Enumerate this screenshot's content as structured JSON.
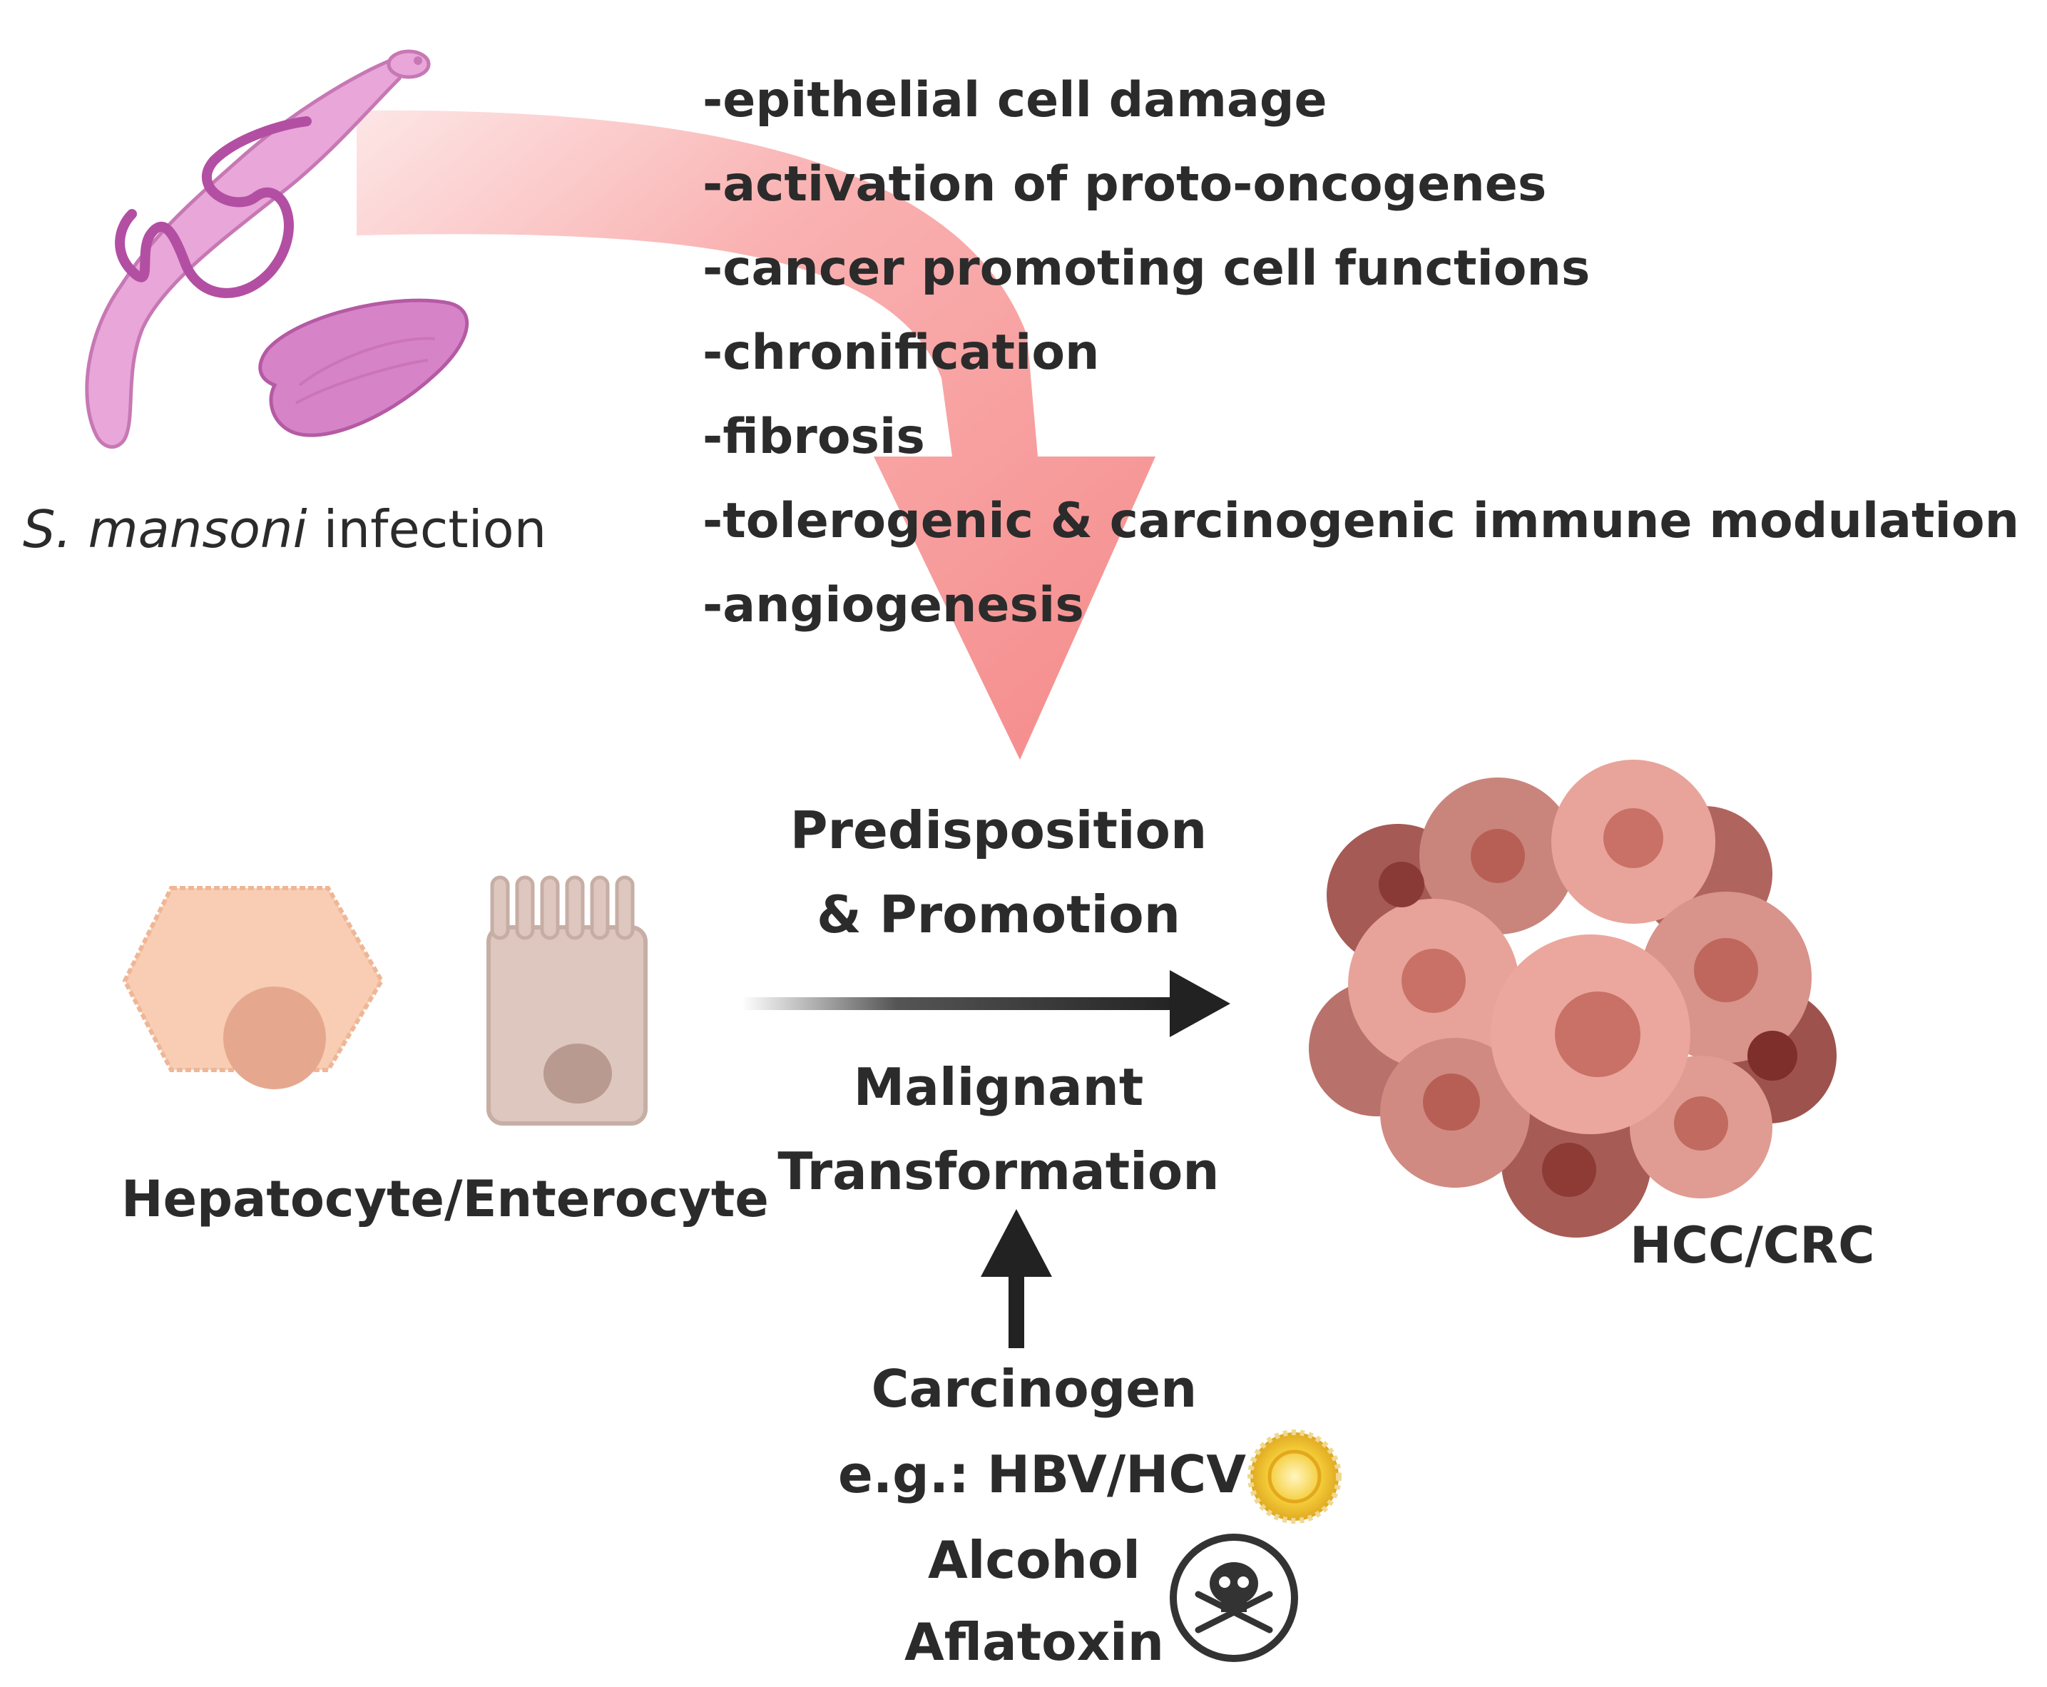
{
  "infection": {
    "species": "S. mansoni",
    "suffix": " infection"
  },
  "effects": [
    "-epithelial cell damage",
    "-activation of proto-oncogenes",
    "-cancer promoting cell functions",
    "-chronification",
    "-fibrosis",
    "-tolerogenic & carcinogenic immune modulation",
    "-angiogenesis"
  ],
  "process": {
    "above_line1": "Predisposition",
    "above_line2": "& Promotion",
    "below_line1": "Malignant",
    "below_line2": "Transformation"
  },
  "cells_label": "Hepatocyte/Enterocyte",
  "tumor_label": "HCC/CRC",
  "carcinogen": {
    "title": "Carcinogen",
    "virus": "e.g.: HBV/HCV",
    "alcohol": "Alcohol",
    "aflatoxin": "Aflatoxin"
  },
  "colors": {
    "arrow_pink": "#f47d7d",
    "worm": "#d97bc4",
    "hepatocyte": "#f8cdb3",
    "enterocyte": "#ddc7be",
    "tumor": "#c9786f",
    "text": "#2b2b2b"
  }
}
